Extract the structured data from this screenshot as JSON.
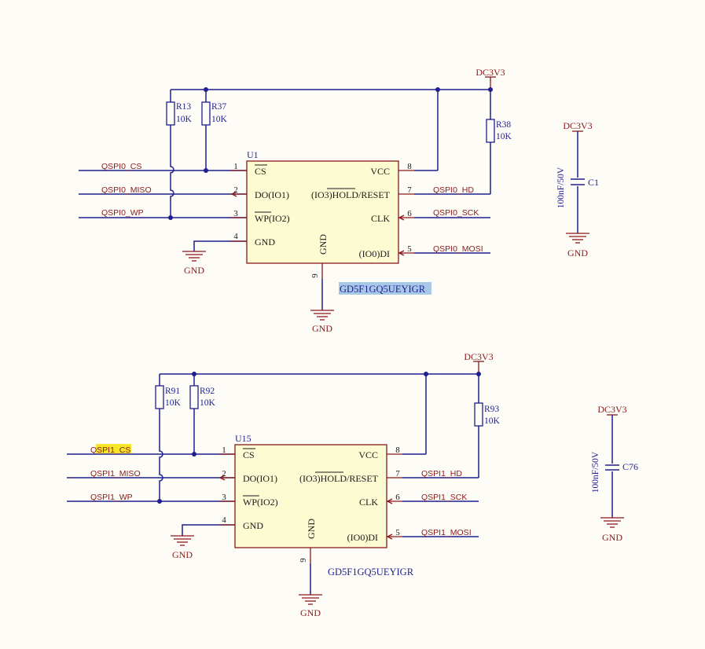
{
  "block1": {
    "power_top": "DC3V3",
    "r1": {
      "ref": "R13",
      "val": "10K"
    },
    "r2": {
      "ref": "R37",
      "val": "10K"
    },
    "r3": {
      "ref": "R38",
      "val": "10K"
    },
    "chip": {
      "ref": "U1",
      "part": "GD5F1GQ5UEYIGR",
      "pins": {
        "cs": "CS",
        "do": "DO(IO1)",
        "wp": "WP",
        "wp_suffix": "(IO2)",
        "gnd": "GND",
        "gnd_vert": "GND",
        "vcc": "VCC",
        "hold_pre": "(IO3)",
        "hold": "HOLD",
        "hold_suffix": "/RESET",
        "clk": "CLK",
        "di": "(IO0)DI"
      },
      "pin_numbers": {
        "p1": "1",
        "p2": "2",
        "p3": "3",
        "p4": "4",
        "p5": "5",
        "p6": "6",
        "p7": "7",
        "p8": "8",
        "p9": "9"
      }
    },
    "nets": {
      "cs": "QSPI0_CS",
      "miso": "QSPI0_MISO",
      "wp": "QSPI0_WP",
      "hd": "QSPI0_HD",
      "sck": "QSPI0_SCK",
      "mosi": "QSPI0_MOSI"
    },
    "gnd_labels": {
      "left": "GND",
      "bottom": "GND"
    },
    "cap": {
      "power": "DC3V3",
      "ref": "C1",
      "val": "100nF/50V",
      "gnd": "GND"
    }
  },
  "block2": {
    "power_top": "DC3V3",
    "r1": {
      "ref": "R91",
      "val": "10K"
    },
    "r2": {
      "ref": "R92",
      "val": "10K"
    },
    "r3": {
      "ref": "R93",
      "val": "10K"
    },
    "chip": {
      "ref": "U15",
      "part": "GD5F1GQ5UEYIGR",
      "pins": {
        "cs": "CS",
        "do": "DO(IO1)",
        "wp": "WP",
        "wp_suffix": "(IO2)",
        "gnd": "GND",
        "gnd_vert": "GND",
        "vcc": "VCC",
        "hold_pre": "(IO3)",
        "hold": "HOLD",
        "hold_suffix": "/RESET",
        "clk": "CLK",
        "di": "(IO0)DI"
      },
      "pin_numbers": {
        "p1": "1",
        "p2": "2",
        "p3": "3",
        "p4": "4",
        "p5": "5",
        "p6": "6",
        "p7": "7",
        "p8": "8",
        "p9": "9"
      }
    },
    "nets": {
      "cs_pre": "Q",
      "cs_hl": "SPI1_CS",
      "miso": "QSPI1_MISO",
      "wp": "QSPI1_WP",
      "hd": "QSPI1_HD",
      "sck": "QSPI1_SCK",
      "mosi": "QSPI1_MOSI"
    },
    "gnd_labels": {
      "left": "GND",
      "bottom": "GND"
    },
    "cap": {
      "power": "DC3V3",
      "ref": "C76",
      "val": "100nF/50V",
      "gnd": "GND"
    }
  },
  "colors": {
    "wire": "#1f1f8f",
    "body": "#8b1a1a",
    "chip_fill": "#fdfbd1",
    "background": "#fdfcf7",
    "select_highlight": "#a8c8e8",
    "search_highlight": "#f5e62a"
  }
}
